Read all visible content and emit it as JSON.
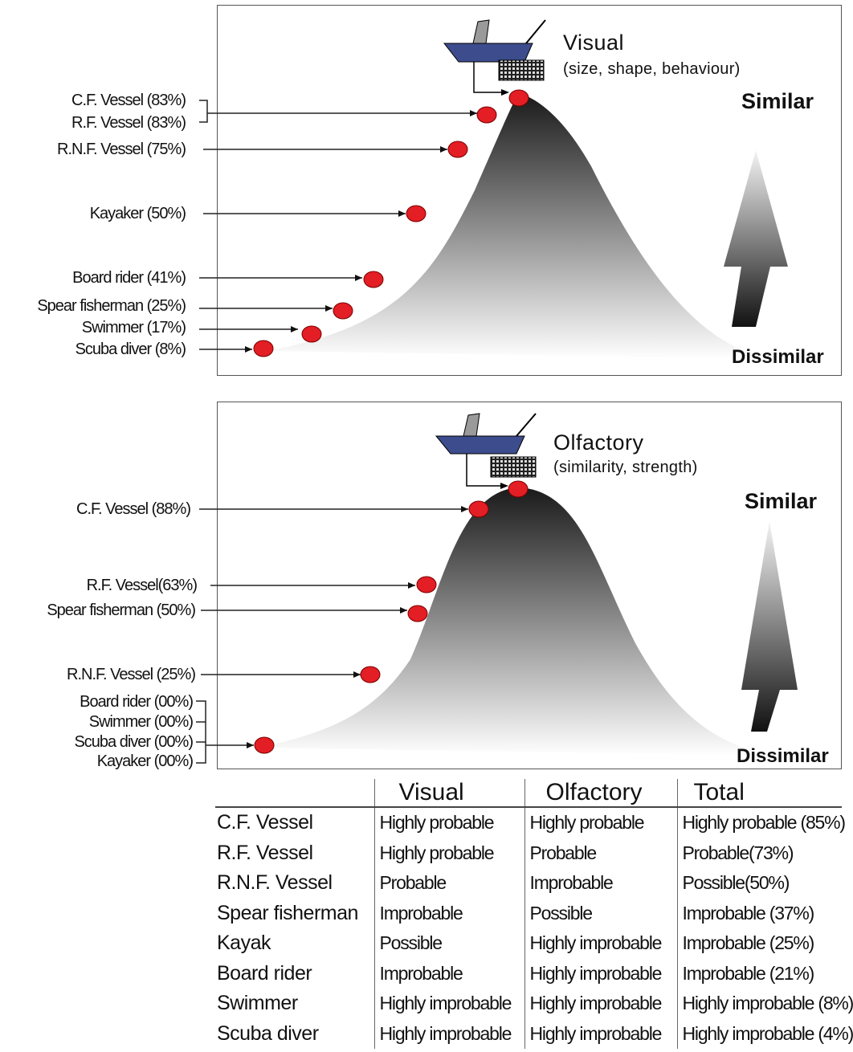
{
  "colors": {
    "marker": "#e31e24",
    "boat_hull": "#3c4c8c",
    "curve_top": "#1a1a1a",
    "curve_bottom": "#ffffff"
  },
  "icons": [
    "boat-icon",
    "fishing-net-icon",
    "gradient-arrow-icon"
  ],
  "visual": {
    "title": "Visual",
    "subtitle": "(size, shape, behaviour)",
    "similar": "Similar",
    "dissimilar": "Dissimilar",
    "labels": [
      "C.F. Vessel (83%)",
      "R.F. Vessel (83%)",
      "R.N.F. Vessel (75%)",
      "Kayaker (50%)",
      "Board rider (41%)",
      "Spear fisherman (25%)",
      "Swimmer (17%)",
      "Scuba diver (8%)"
    ]
  },
  "olfactory": {
    "title": "Olfactory",
    "subtitle": "(similarity, strength)",
    "similar": "Similar",
    "dissimilar": "Dissimilar",
    "labels": [
      "C.F. Vessel (88%)",
      "R.F. Vessel(63%)",
      "Spear fisherman (50%)",
      "R.N.F. Vessel (25%)",
      "Board rider (00%)",
      "Swimmer (00%)",
      "Scuba diver (00%)",
      "Kayaker (00%)"
    ]
  },
  "table": {
    "headers": [
      "",
      "Visual",
      "Olfactory",
      "Total"
    ],
    "rows": [
      [
        "C.F. Vessel",
        "Highly probable",
        "Highly probable",
        "Highly probable (85%)"
      ],
      [
        "R.F. Vessel",
        "Highly probable",
        "Probable",
        "Probable(73%)"
      ],
      [
        "R.N.F. Vessel",
        "Probable",
        "Improbable",
        "Possible(50%)"
      ],
      [
        "Spear fisherman",
        "Improbable",
        "Possible",
        "Improbable (37%)"
      ],
      [
        "Kayak",
        "Possible",
        "Highly improbable",
        "Improbable (25%)"
      ],
      [
        "Board rider",
        "Improbable",
        "Highly improbable",
        "Improbable (21%)"
      ],
      [
        "Swimmer",
        "Highly improbable",
        "Highly improbable",
        "Highly improbable (8%)"
      ],
      [
        "Scuba diver",
        "Highly improbable",
        "Highly improbable",
        "Highly improbable (4%)"
      ]
    ]
  }
}
